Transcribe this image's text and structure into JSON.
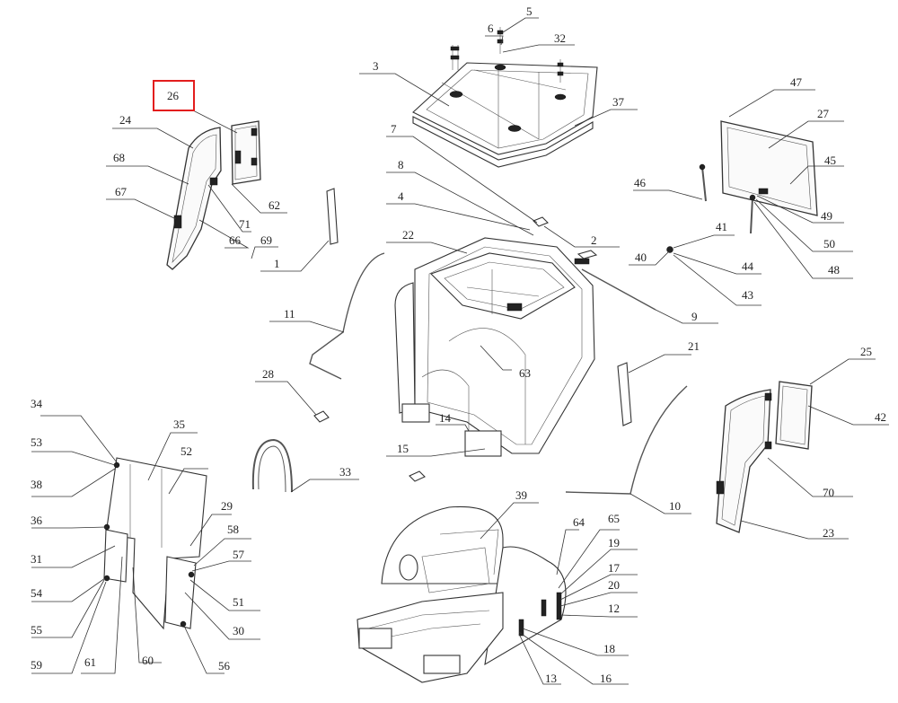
{
  "highlighted_callout": "26",
  "colors": {
    "highlight": "#e31d1d",
    "line": "#333333",
    "background": "#ffffff"
  },
  "callouts": {
    "c1": "1",
    "c2": "2",
    "c3": "3",
    "c4": "4",
    "c5": "5",
    "c6": "6",
    "c7": "7",
    "c8": "8",
    "c9": "9",
    "c10": "10",
    "c11": "11",
    "c12": "12",
    "c13": "13",
    "c14": "14",
    "c15": "15",
    "c16": "16",
    "c17": "17",
    "c18": "18",
    "c19": "19",
    "c20": "20",
    "c21": "21",
    "c22": "22",
    "c23": "23",
    "c24": "24",
    "c25": "25",
    "c26": "26",
    "c27": "27",
    "c28": "28",
    "c29": "29",
    "c30": "30",
    "c31": "31",
    "c32": "32",
    "c33": "33",
    "c34": "34",
    "c35": "35",
    "c36": "36",
    "c37": "37",
    "c38": "38",
    "c39": "39",
    "c40": "40",
    "c41": "41",
    "c42": "42",
    "c43": "43",
    "c44": "44",
    "c45": "45",
    "c46": "46",
    "c47": "47",
    "c48": "48",
    "c49": "49",
    "c50": "50",
    "c51": "51",
    "c52": "52",
    "c53": "53",
    "c54": "54",
    "c55": "55",
    "c56": "56",
    "c57": "57",
    "c58": "58",
    "c59": "59",
    "c60": "60",
    "c61": "61",
    "c62": "62",
    "c63": "63",
    "c64": "64",
    "c65": "65",
    "c66": "66",
    "c67": "67",
    "c68": "68",
    "c69": "69",
    "c70": "70",
    "c71": "71"
  }
}
